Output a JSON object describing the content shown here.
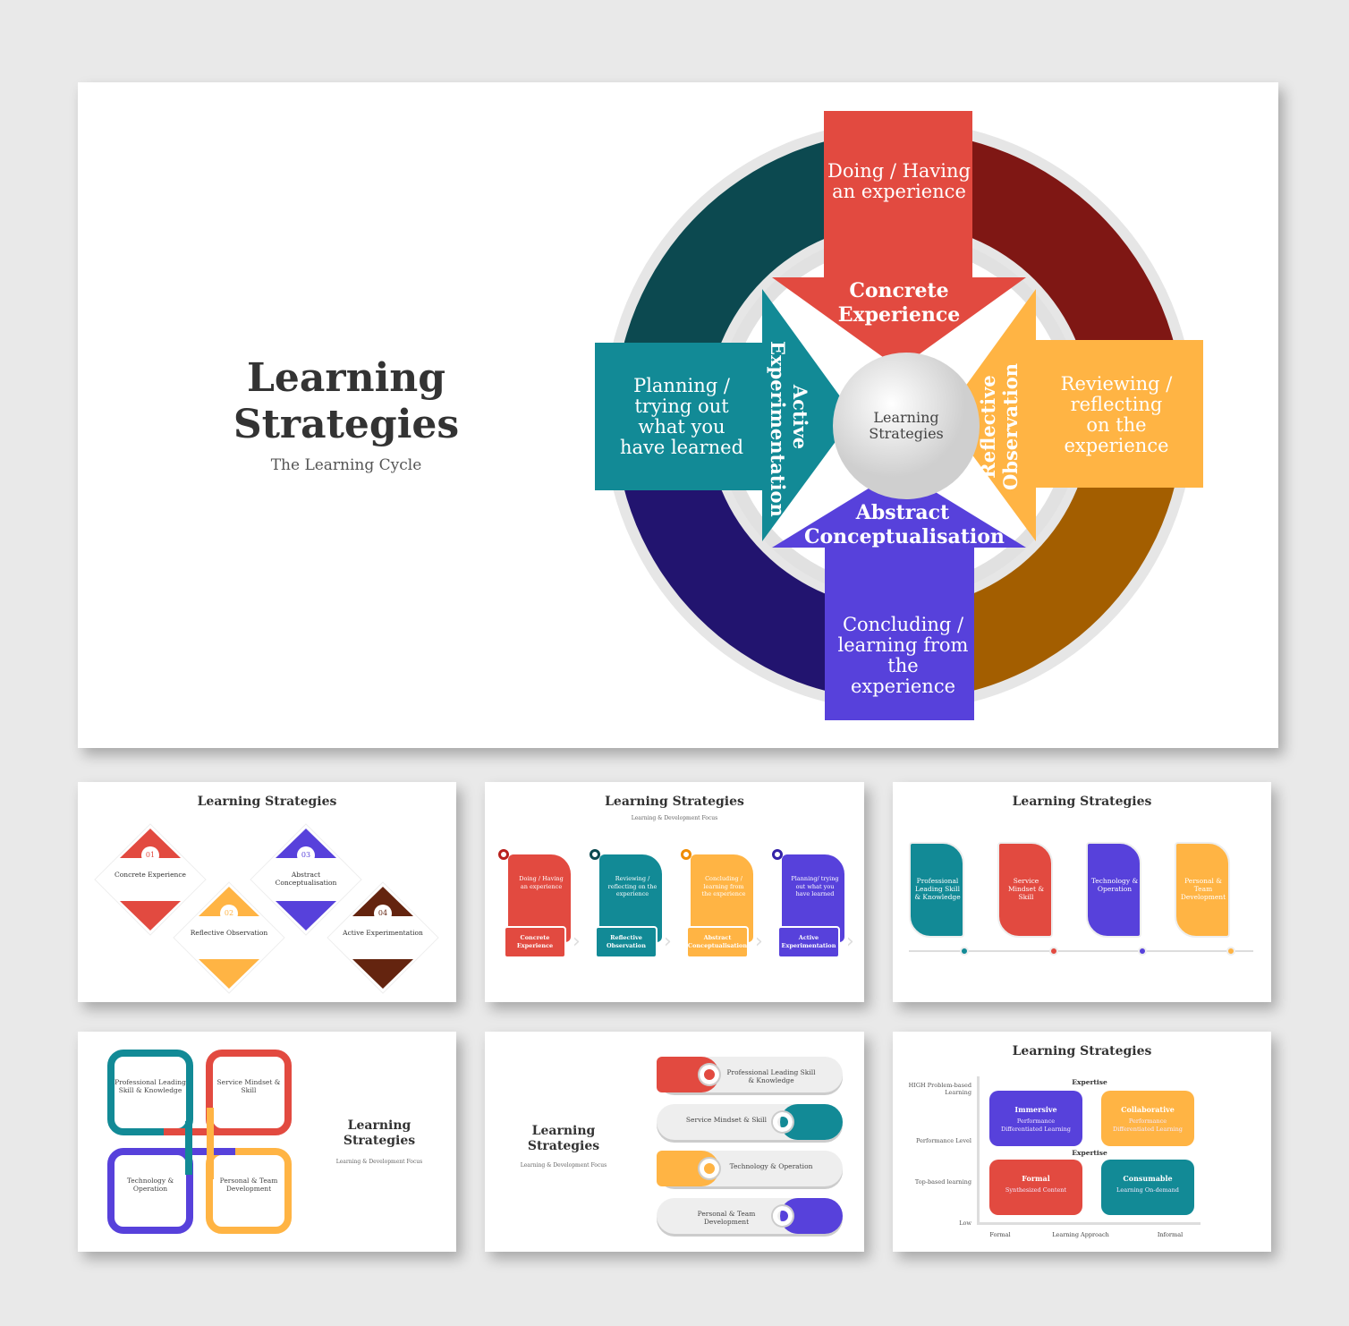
{
  "main": {
    "title": "Learning Strategies",
    "subtitle": "The Learning Cycle",
    "center": "Learning Strategies",
    "arrows": [
      {
        "heading": "Concrete Experience",
        "text": "Doing / Having an experience",
        "color": "#e24a40"
      },
      {
        "heading": "Reflective Observation",
        "text": "Reviewing / reflecting on the experience",
        "color": "#ffb444"
      },
      {
        "heading": "Abstract Conceptualisation",
        "text": "Concluding / learning from the experience",
        "color": "#5741db"
      },
      {
        "heading": "Active Experimentation",
        "text": "Planning / trying out what you have learned",
        "color": "#128a96"
      }
    ],
    "ring_colors": [
      "#0c4950",
      "#7f1714",
      "#a35e00",
      "#22146f"
    ]
  },
  "thumb1": {
    "title": "Learning Strategies",
    "items": [
      {
        "num": "01",
        "label": "Concrete Experience",
        "color": "#e24a40"
      },
      {
        "num": "02",
        "label": "Reflective Observation",
        "color": "#ffb444"
      },
      {
        "num": "03",
        "label": "Abstract Conceptualisation",
        "color": "#5741db"
      },
      {
        "num": "04",
        "label": "Active Experimentation",
        "color": "#64240f"
      }
    ]
  },
  "thumb2": {
    "title": "Learning Strategies",
    "subtitle": "Learning & Development Focus",
    "items": [
      {
        "text": "Doing / Having an experience",
        "label": "Concrete Experience",
        "color": "#e24a40",
        "dot": "#b8201c"
      },
      {
        "text": "Reviewing / reflecting on the experience",
        "label": "Reflective Observation",
        "color": "#128a96",
        "dot": "#0c4950"
      },
      {
        "text": "Concluding / learning from the experience",
        "label": "Abstract Conceptualisation",
        "color": "#ffb444",
        "dot": "#f08c00"
      },
      {
        "text": "Planning/ trying out what you have learned",
        "label": "Active Experimentation",
        "color": "#5741db",
        "dot": "#3422a8"
      }
    ]
  },
  "thumb3": {
    "title": "Learning Strategies",
    "items": [
      {
        "label": "Professional Leading Skill & Knowledge",
        "color": "#128a96"
      },
      {
        "label": "Service Mindset & Skill",
        "color": "#e24a40"
      },
      {
        "label": "Technology & Operation",
        "color": "#5741db"
      },
      {
        "label": "Personal & Team Development",
        "color": "#ffb444"
      }
    ]
  },
  "thumb4": {
    "title": "Learning Strategies",
    "subtitle": "Learning & Development Focus",
    "items": [
      {
        "label": "Professional Leading Skill & Knowledge",
        "color": "#128a96"
      },
      {
        "label": "Service Mindset & Skill",
        "color": "#e24a40"
      },
      {
        "label": "Technology & Operation",
        "color": "#5741db"
      },
      {
        "label": "Personal & Team Development",
        "color": "#ffb444"
      }
    ]
  },
  "thumb5": {
    "title": "Learning Strategies",
    "subtitle": "Learning & Development Focus",
    "items": [
      {
        "label": "Professional Leading Skill & Knowledge",
        "color": "#e24a40"
      },
      {
        "label": "Service Mindset & Skill",
        "color": "#128a96"
      },
      {
        "label": "Technology & Operation",
        "color": "#ffb444"
      },
      {
        "label": "Personal & Team Development",
        "color": "#5741db"
      }
    ]
  },
  "thumb6": {
    "title": "Learning Strategies",
    "y_labels": [
      "HIGH Problem-based Learning",
      "Performance Level",
      "Top-based learning",
      "Low"
    ],
    "x_labels": [
      "Formal",
      "Learning Approach",
      "Informal"
    ],
    "expertise": "Expertise",
    "quadrants": [
      {
        "title": "Immersive",
        "text": "Performance Differentiated Learning",
        "color": "#5741db"
      },
      {
        "title": "Collaborative",
        "text": "Performance Differentiated Learning",
        "color": "#ffb444"
      },
      {
        "title": "Formal",
        "text": "Synthesized Content",
        "color": "#e24a40"
      },
      {
        "title": "Consumable",
        "text": "Learning On-demand",
        "color": "#128a96"
      }
    ]
  }
}
